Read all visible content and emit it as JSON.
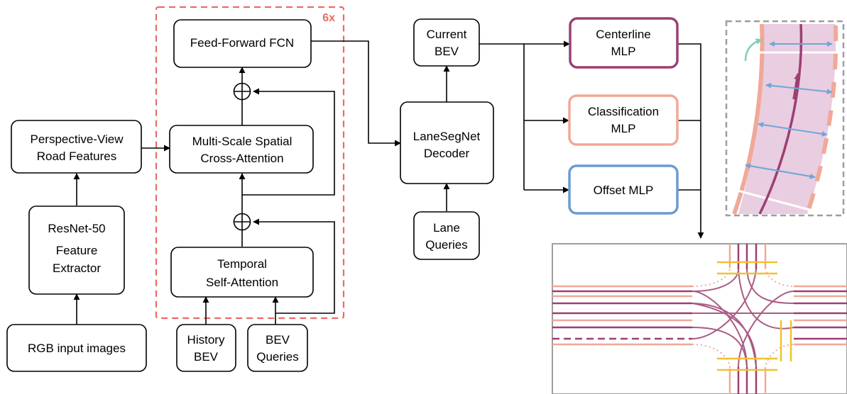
{
  "repeat_label": "6x",
  "colors": {
    "dashed_frame": "#ea6b66",
    "centerline": "#9c3f72",
    "classification": "#f0a898",
    "offset": "#6c9bcf",
    "lane_fill": "#e9cde0",
    "offset_arrow": "#6fa6d8",
    "yellow": "#f2c12e",
    "teal": "#7fcfb4",
    "inset_border": "#9e9e9e"
  },
  "nodes": {
    "rgb": "RGB input images",
    "resnet": [
      "ResNet-50",
      "Feature",
      "Extractor"
    ],
    "pv": [
      "Perspective-View",
      "Road Features"
    ],
    "ffn": "Feed-Forward FCN",
    "msca": [
      "Multi-Scale Spatial",
      "Cross-Attention"
    ],
    "tsa": [
      "Temporal",
      "Self-Attention"
    ],
    "hist": [
      "History",
      "BEV"
    ],
    "bevq": [
      "BEV",
      "Queries"
    ],
    "curbev": [
      "Current",
      "BEV"
    ],
    "decoder": [
      "LaneSegNet",
      "Decoder"
    ],
    "laneq": [
      "Lane",
      "Queries"
    ],
    "center": [
      "Centerline",
      "MLP"
    ],
    "classif": [
      "Classification",
      "MLP"
    ],
    "offset": "Offset MLP"
  },
  "icons": {
    "add": "circled-plus-icon"
  }
}
